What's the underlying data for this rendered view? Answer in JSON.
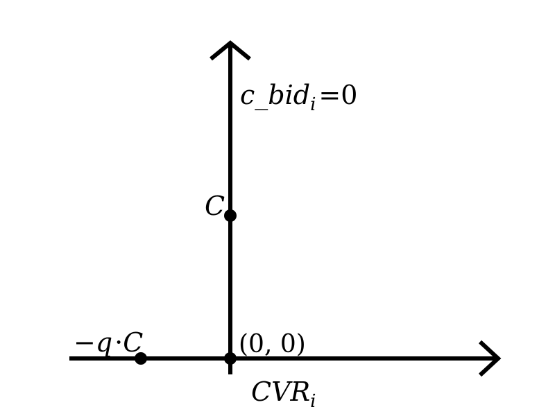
{
  "colors": {
    "ink": "#000000",
    "background": "#ffffff"
  },
  "labels": {
    "y_axis_var": "c_bid",
    "y_axis_sub": "i",
    "y_axis_eq": "=0",
    "x_axis_var": "CVR",
    "x_axis_sub": "i",
    "point_c": "C",
    "point_neg_qc_minus": "−",
    "point_neg_qc_q": "q",
    "point_neg_qc_dot": "·",
    "point_neg_qc_c": "C",
    "origin": "(0, 0)"
  }
}
